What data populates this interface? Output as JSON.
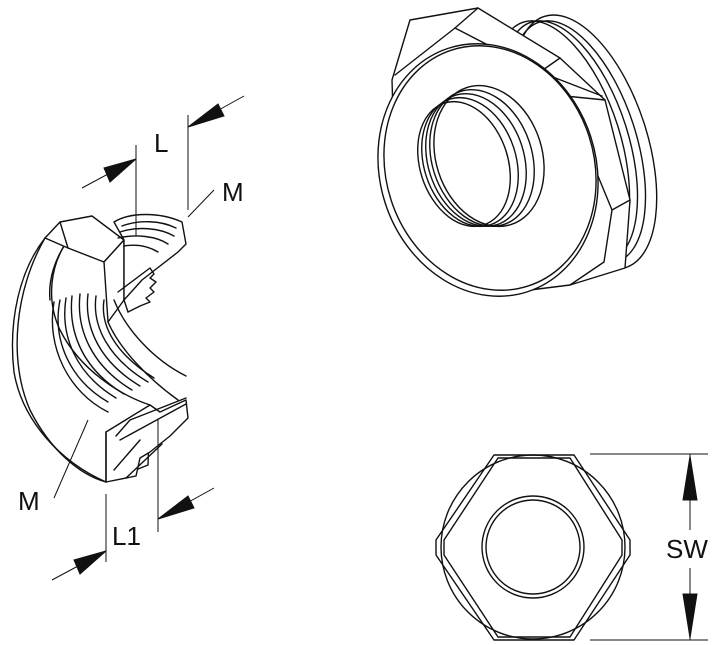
{
  "diagram": {
    "type": "technical-drawing",
    "subject": "thread reducer bushing",
    "views": [
      {
        "name": "sectional-cutaway-view",
        "labels": [
          "L",
          "M",
          "M",
          "L1"
        ]
      },
      {
        "name": "isometric-view",
        "labels": []
      },
      {
        "name": "front-view",
        "labels": [
          "SW"
        ]
      }
    ]
  },
  "labels": {
    "length_top": "L",
    "thread_top": "M",
    "thread_bottom": "M",
    "length_bottom": "L1",
    "wrench_size": "SW"
  },
  "colors": {
    "line": "#111111",
    "background": "#ffffff"
  }
}
